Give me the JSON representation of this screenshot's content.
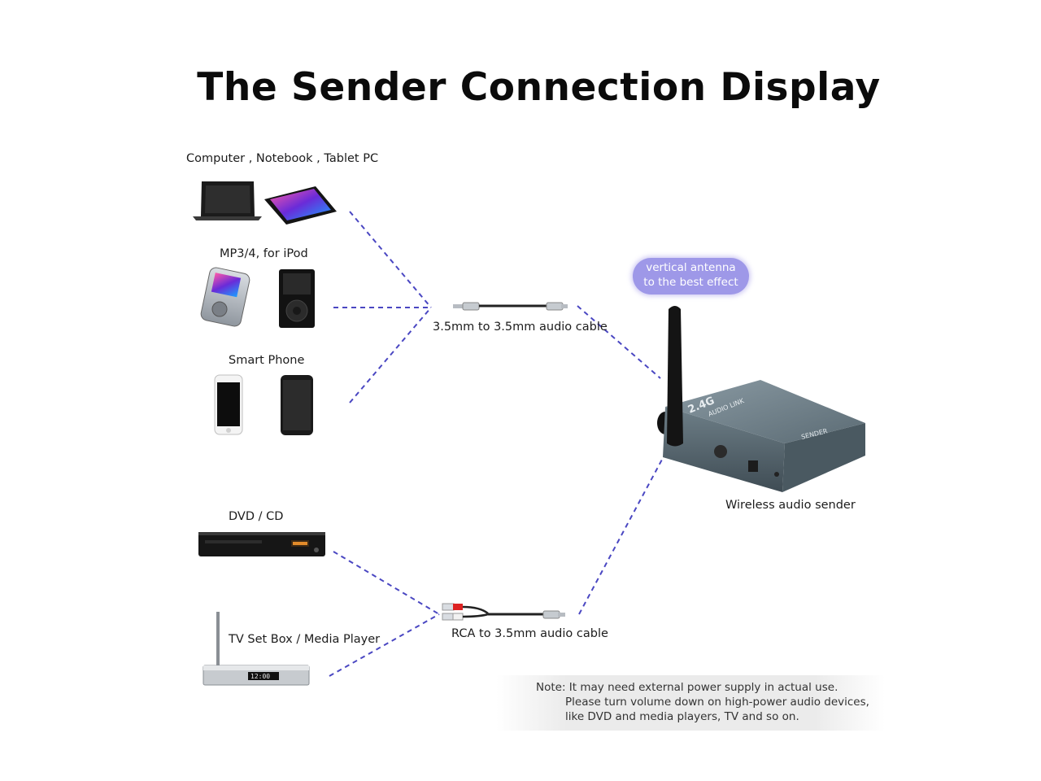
{
  "title": "The Sender Connection Display",
  "groups": {
    "computer": "Computer , Notebook ,  Tablet PC",
    "mp3": "MP3/4, for iPod",
    "phone": "Smart Phone",
    "dvd": "DVD / CD",
    "tvbox": "TV Set Box / Media Player"
  },
  "cables": {
    "aux": "3.5mm to 3.5mm audio cable",
    "rca": "RCA to 3.5mm audio cable"
  },
  "antenna_tip": {
    "line1": "vertical antenna",
    "line2": "to the best effect"
  },
  "device": {
    "label": "Wireless audio sender",
    "brand": "2.4G",
    "model_text": "AUDIO LINK",
    "side_text": "SENDER"
  },
  "tvbox_display": "12:00",
  "note": {
    "line1": "Note: It may need external power supply in actual use.",
    "line2": "Please turn volume down on high-power audio devices,",
    "line3": "like DVD and media players, TV and so on."
  },
  "colors": {
    "dashed_line": "#4a47c2",
    "pill": "#9e98e8",
    "device_body": "#5d6e78"
  }
}
